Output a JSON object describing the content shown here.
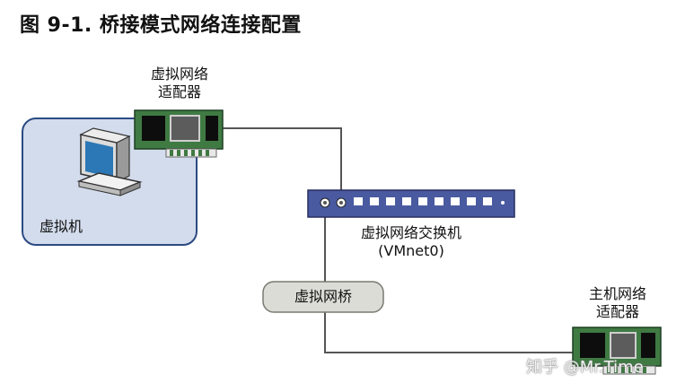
{
  "title": "图 9-1. 桥接模式网络连接配置",
  "nodes": {
    "virtual_adapter": {
      "line1": "虚拟网络",
      "line2": "适配器"
    },
    "virtual_machine": {
      "label": "虚拟机"
    },
    "virtual_switch": {
      "line1": "虚拟网络交换机",
      "line2": "(VMnet0)"
    },
    "virtual_bridge": {
      "label": "虚拟网桥"
    },
    "host_adapter": {
      "line1": "主机网络",
      "line2": "适配器"
    }
  },
  "watermark": "知乎 @Mr.Time",
  "colors": {
    "switch_body": "#4a5aa0",
    "vm_box_fill": "#d3dcec",
    "vm_box_border": "#2c4a82",
    "card_green": "#3f7a43",
    "wire": "#555555"
  }
}
